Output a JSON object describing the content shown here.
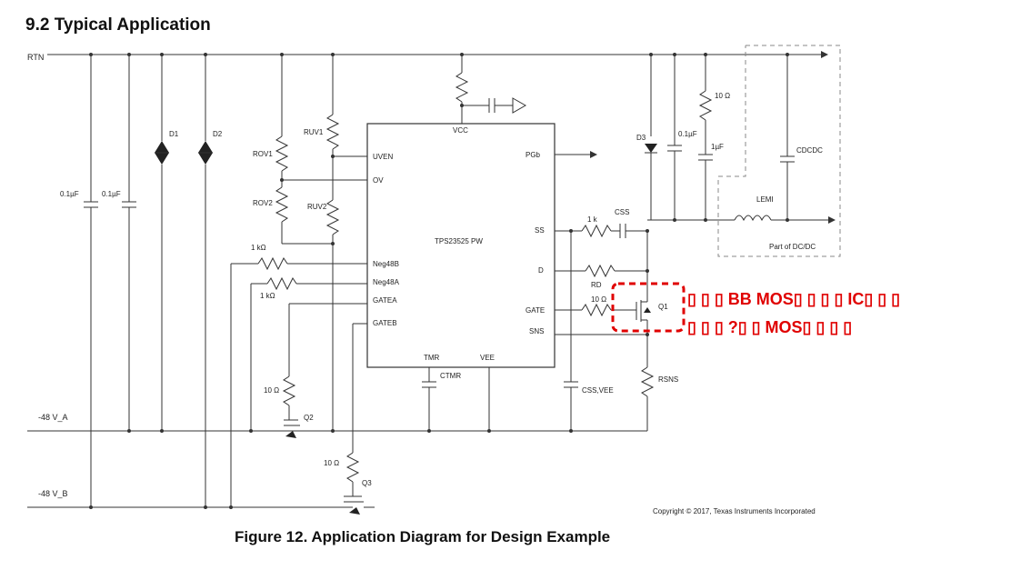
{
  "section_heading": "9.2 Typical Application",
  "figure_caption": "Figure 12. Application Diagram for Design Example",
  "copyright": "Copyright © 2017, Texas Instruments Incorporated",
  "ic": {
    "name": "TPS23525 PW",
    "pins_left": [
      "UVEN",
      "OV",
      "Neg48B",
      "Neg48A",
      "GATEA",
      "GATEB"
    ],
    "pins_right": [
      "PGb",
      "SS",
      "D",
      "GATE",
      "SNS"
    ],
    "pins_top": [
      "VCC"
    ],
    "pins_bottom": [
      "TMR",
      "VEE"
    ]
  },
  "nets": {
    "rtn": "RTN",
    "neg48_a": "-48 V_A",
    "neg48_b": "-48 V_B"
  },
  "components": {
    "cap_1": "0.1µF",
    "cap_2": "0.1µF",
    "d1": "D1",
    "d2": "D2",
    "r_ov1": "ROV1",
    "r_ov2": "ROV2",
    "r_uv1": "RUV1",
    "r_uv2": "RUV2",
    "r_neg48b": "1 kΩ",
    "r_neg48a": "1 kΩ",
    "r_gate_q2": "10 Ω",
    "r_gate_q3": "10 Ω",
    "q2": "Q2",
    "q3": "Q3",
    "c_tmr": "CTMR",
    "c_ss_vee": "CSS,VEE",
    "r_ss": "1 k",
    "c_ss": "CSS",
    "r_d": "RD",
    "r_gate": "10 Ω",
    "q1": "Q1",
    "r_sns": "RSNS",
    "d3": "D3",
    "cap_out": "0.1µF",
    "r_out": "10 Ω",
    "cap_1u": "1µF",
    "l_emi": "LEMI",
    "c_dcdc": "CDCDC",
    "dcdc_label": "Part of DC/DC"
  },
  "annotation": {
    "line1": "▯ ▯ ▯ BB MOS▯ ▯ ▯ ▯ IC▯ ▯ ▯",
    "line2": "▯ ▯ ▯ ?▯ ▯ MOS▯ ▯ ▯ ▯",
    "color": "#e00000"
  }
}
